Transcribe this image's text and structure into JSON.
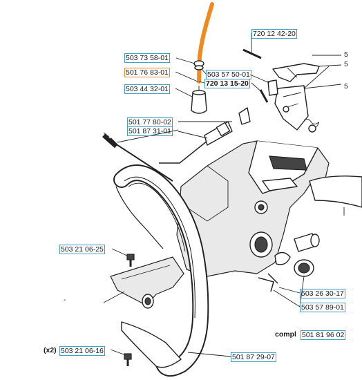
{
  "callouts": {
    "c1": "720 12 42-20",
    "c2": "5",
    "c3": "5",
    "c4": "503 73 58-01",
    "c5": "501 76 83-01",
    "c6": "503 57 50-01",
    "c7": "720 13 15-20",
    "c8": "5",
    "c9": "503 44 32-01",
    "c10": "501 77 80-02",
    "c11": "501 87 31-01",
    "c12": "503 21 06-25",
    "c13": "503 26 30-17",
    "c14": "503 57 89-01",
    "c15": "501 81 96 02",
    "c16": "503 21 06-16",
    "c17": "501 87 29-07"
  },
  "texts": {
    "compl": "compl",
    "x2": "(x2)",
    "dash": "-"
  },
  "colors": {
    "callout_border": "#3fa0c4",
    "highlight_border": "#e8892b",
    "highlight_part": "#f08a1c"
  }
}
